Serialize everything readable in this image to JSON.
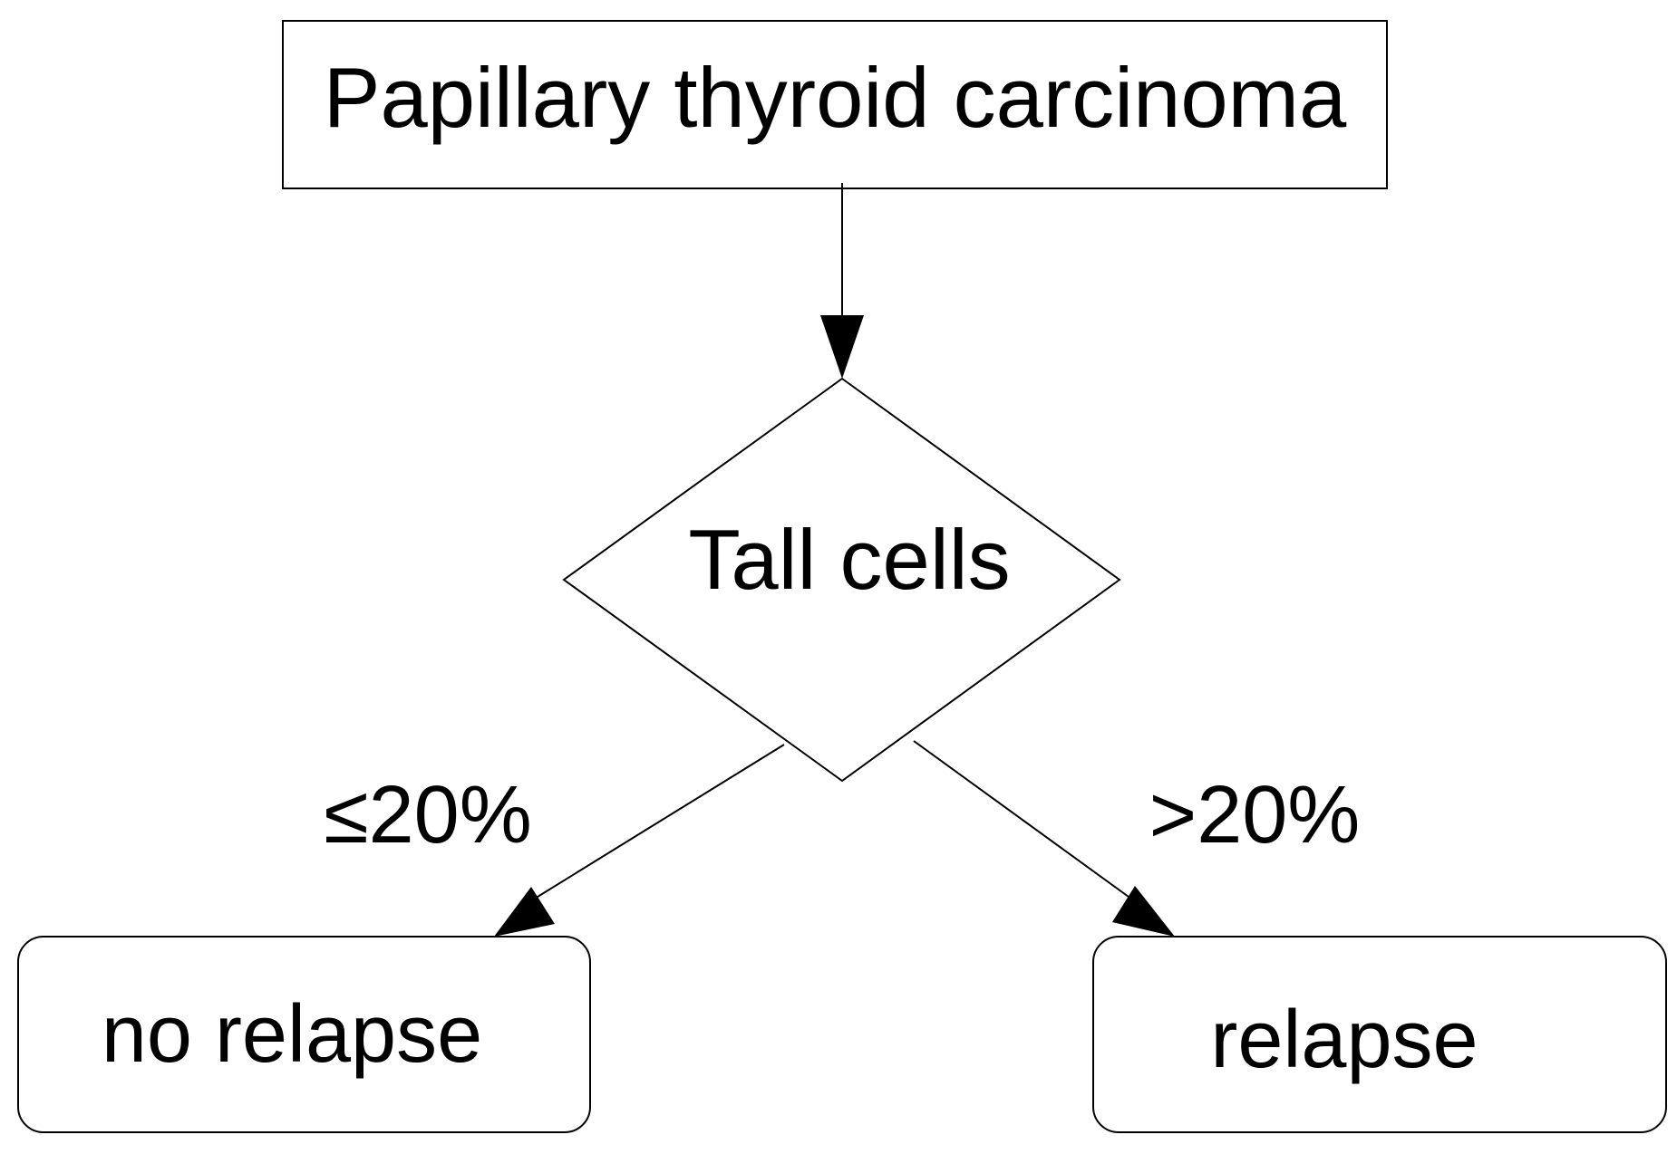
{
  "nodes": {
    "root": {
      "label": "Papillary thyroid carcinoma"
    },
    "decision": {
      "label": "Tall cells"
    },
    "left_outcome": {
      "label": "no relapse"
    },
    "right_outcome": {
      "label": "relapse"
    }
  },
  "edges": {
    "left_label": "≤20%",
    "right_label": ">20%"
  },
  "colors": {
    "stroke": "#000000",
    "fill": "#ffffff",
    "text": "#000000"
  }
}
